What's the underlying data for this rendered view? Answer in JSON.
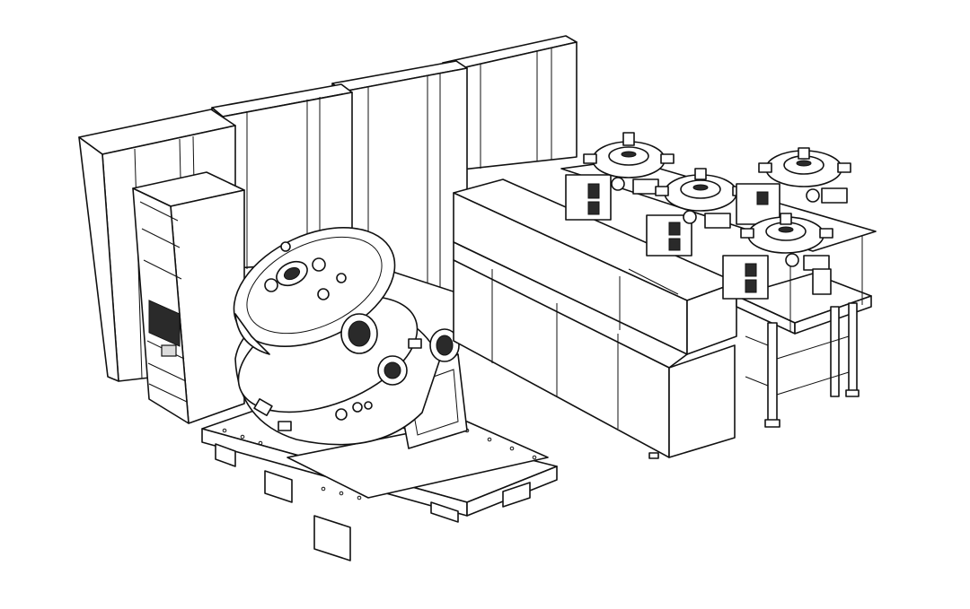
{
  "figure": {
    "kind": "technical line drawing",
    "line_color": "#111111",
    "background_color": "#ffffff",
    "components": [
      "equipment-cabinets",
      "electronics-rack",
      "vacuum-chamber",
      "chamber-pallet",
      "long-enclosure",
      "cluster-station-table"
    ],
    "cabinet_count": 4,
    "cluster_station_count": 4
  }
}
